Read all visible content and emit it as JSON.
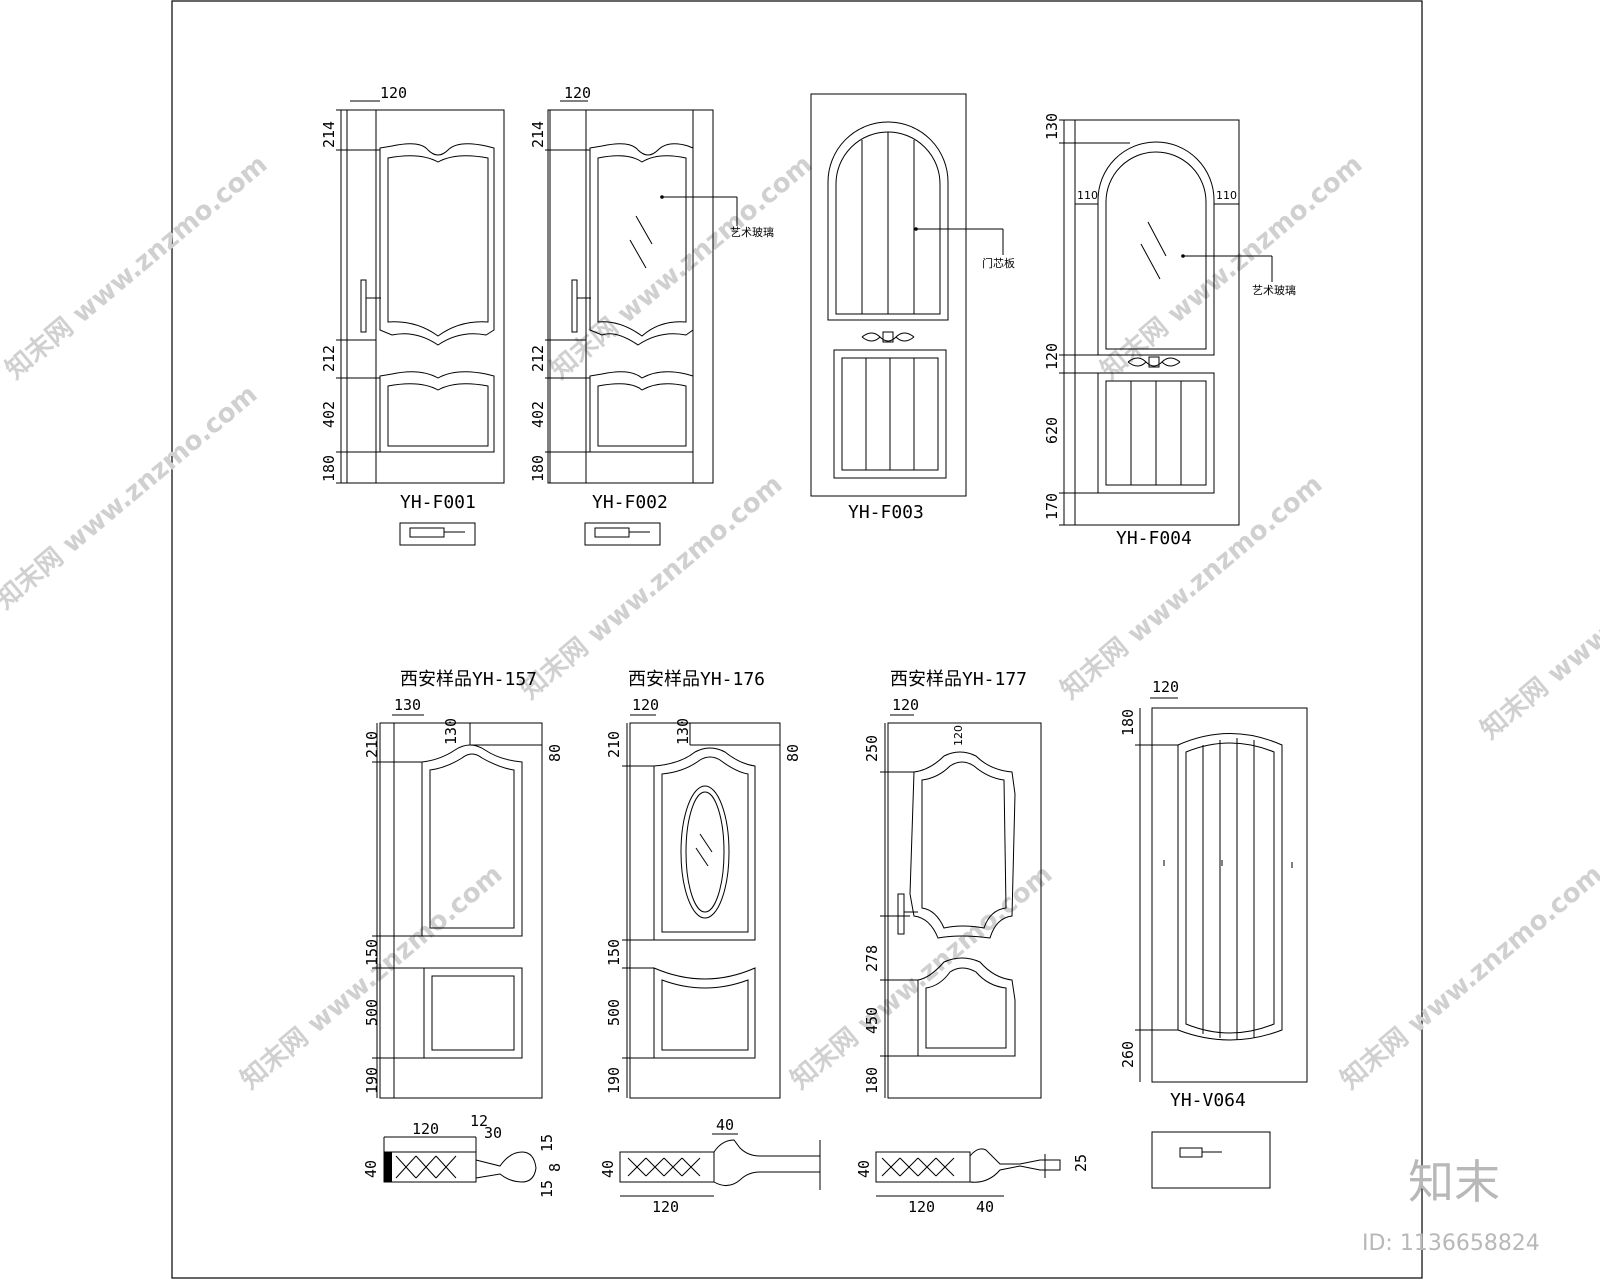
{
  "sheet": {
    "border_color": "#000000",
    "watermark_text": "知末网 www.znzmo.com",
    "brand": "知末",
    "image_id": "ID: 1136658824"
  },
  "doors": {
    "f001": {
      "label": "YH-F001",
      "dims": [
        "120",
        "214",
        "212",
        "402",
        "180"
      ],
      "note": ""
    },
    "f002": {
      "label": "YH-F002",
      "dims": [
        "120",
        "214",
        "212",
        "402",
        "180"
      ],
      "note": "艺术玻璃"
    },
    "f003": {
      "label": "YH-F003",
      "note": "门芯板"
    },
    "f004": {
      "label": "YH-F004",
      "dims": [
        "130",
        "110",
        "110",
        "120",
        "620",
        "170"
      ],
      "note": "艺术玻璃"
    },
    "s157": {
      "title": "西安样品YH-157",
      "dims": [
        "130",
        "210",
        "130",
        "80",
        "150",
        "500",
        "190"
      ]
    },
    "s176": {
      "title": "西安样品YH-176",
      "dims": [
        "120",
        "210",
        "130",
        "80",
        "150",
        "500",
        "190"
      ]
    },
    "s177": {
      "title": "西安样品YH-177",
      "dims": [
        "120",
        "250",
        "120",
        "278",
        "450",
        "180"
      ]
    },
    "v064": {
      "label": "YH-V064",
      "dims": [
        "120",
        "180",
        "260"
      ]
    }
  },
  "sections": {
    "sec157": {
      "dims": [
        "120",
        "12",
        "30",
        "15",
        "8",
        "15",
        "40"
      ]
    },
    "sec176": {
      "dims": [
        "40",
        "40",
        "120"
      ]
    },
    "sec177": {
      "dims": [
        "40",
        "120",
        "40",
        "25"
      ]
    }
  }
}
